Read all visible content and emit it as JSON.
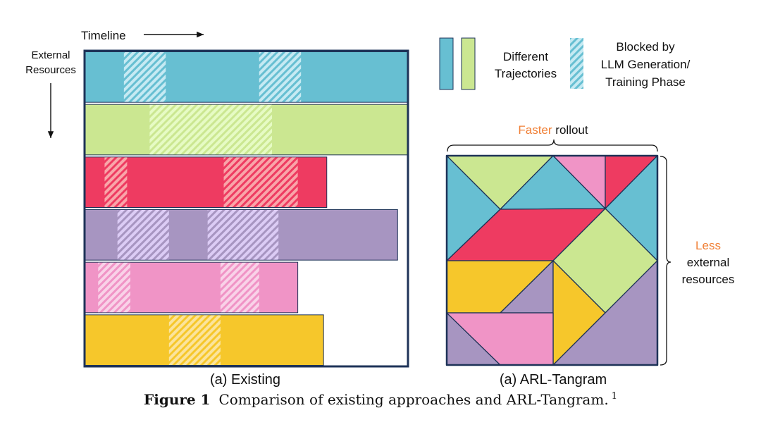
{
  "labels": {
    "timeline": "Timeline",
    "external_resources_line1": "External",
    "external_resources_line2": "Resources",
    "legend_trajectories_line1": "Different",
    "legend_trajectories_line2": "Trajectories",
    "legend_blocked_line1": "Blocked by",
    "legend_blocked_line2": "LLM Generation/",
    "legend_blocked_line3": "Training Phase",
    "faster_highlight": "Faster",
    "faster_rest": "rollout",
    "less_highlight": "Less",
    "less_line2": "external",
    "less_line3": "resources",
    "subcaption_left": "(a) Existing",
    "subcaption_right": "(a) ARL-Tangram"
  },
  "caption": {
    "label": "Figure 1",
    "text": "Comparison of existing approaches and ARL-Tangram.",
    "footnote": "1"
  },
  "colors": {
    "blue": "#67bfd2",
    "green": "#cbe791",
    "red": "#ee3b61",
    "purple": "#a795c1",
    "pink": "#f094c6",
    "yellow": "#f6c72b",
    "border": "#1e3358",
    "accent_orange": "#f07f35"
  },
  "existing_rows": [
    {
      "color": "blue",
      "length": 1.0,
      "blocked": [
        [
          0.12,
          0.25
        ],
        [
          0.54,
          0.67
        ]
      ]
    },
    {
      "color": "green",
      "length": 1.0,
      "blocked": [
        [
          0.2,
          0.58
        ]
      ]
    },
    {
      "color": "red",
      "length": 0.75,
      "blocked": [
        [
          0.06,
          0.13
        ],
        [
          0.43,
          0.66
        ]
      ]
    },
    {
      "color": "purple",
      "length": 0.97,
      "blocked": [
        [
          0.1,
          0.26
        ],
        [
          0.38,
          0.6
        ]
      ]
    },
    {
      "color": "pink",
      "length": 0.66,
      "blocked": [
        [
          0.04,
          0.14
        ],
        [
          0.42,
          0.54
        ]
      ]
    },
    {
      "color": "yellow",
      "length": 0.74,
      "blocked": [
        [
          0.26,
          0.42
        ]
      ]
    }
  ]
}
